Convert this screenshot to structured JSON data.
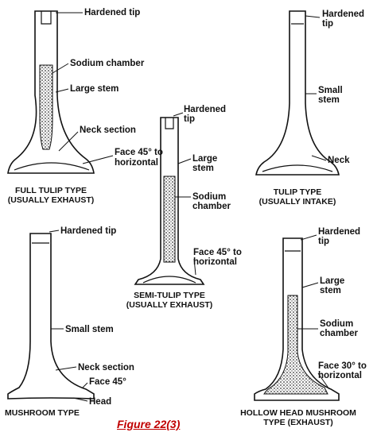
{
  "figure_caption": "Figure 22(3)",
  "valves": [
    {
      "caption": [
        "FULL TULIP TYPE",
        "(USUALLY EXHAUST)"
      ],
      "labels": [
        "Hardened tip",
        "Sodium chamber",
        "Large stem",
        "Neck section",
        "Face 45° to",
        "horizontal"
      ]
    },
    {
      "caption": [
        "SEMI-TULIP TYPE",
        "(USUALLY EXHAUST)"
      ],
      "labels": [
        "Hardened",
        "tip",
        "Large",
        "stem",
        "Sodium",
        "chamber",
        "Face 45° to",
        "horizontal"
      ]
    },
    {
      "caption": [
        "TULIP TYPE",
        "(USUALLY INTAKE)"
      ],
      "labels": [
        "Hardened",
        "tip",
        "Small",
        "stem",
        "Neck"
      ]
    },
    {
      "caption": [
        "MUSHROOM TYPE"
      ],
      "labels": [
        "Hardened tip",
        "Small stem",
        "Neck section",
        "Face 45°",
        "Head"
      ]
    },
    {
      "caption": [
        "HOLLOW HEAD MUSHROOM",
        "TYPE (EXHAUST)"
      ],
      "labels": [
        "Hardened",
        "tip",
        "Large",
        "stem",
        "Sodium",
        "chamber",
        "Face 30° to",
        "horizontal"
      ]
    }
  ]
}
